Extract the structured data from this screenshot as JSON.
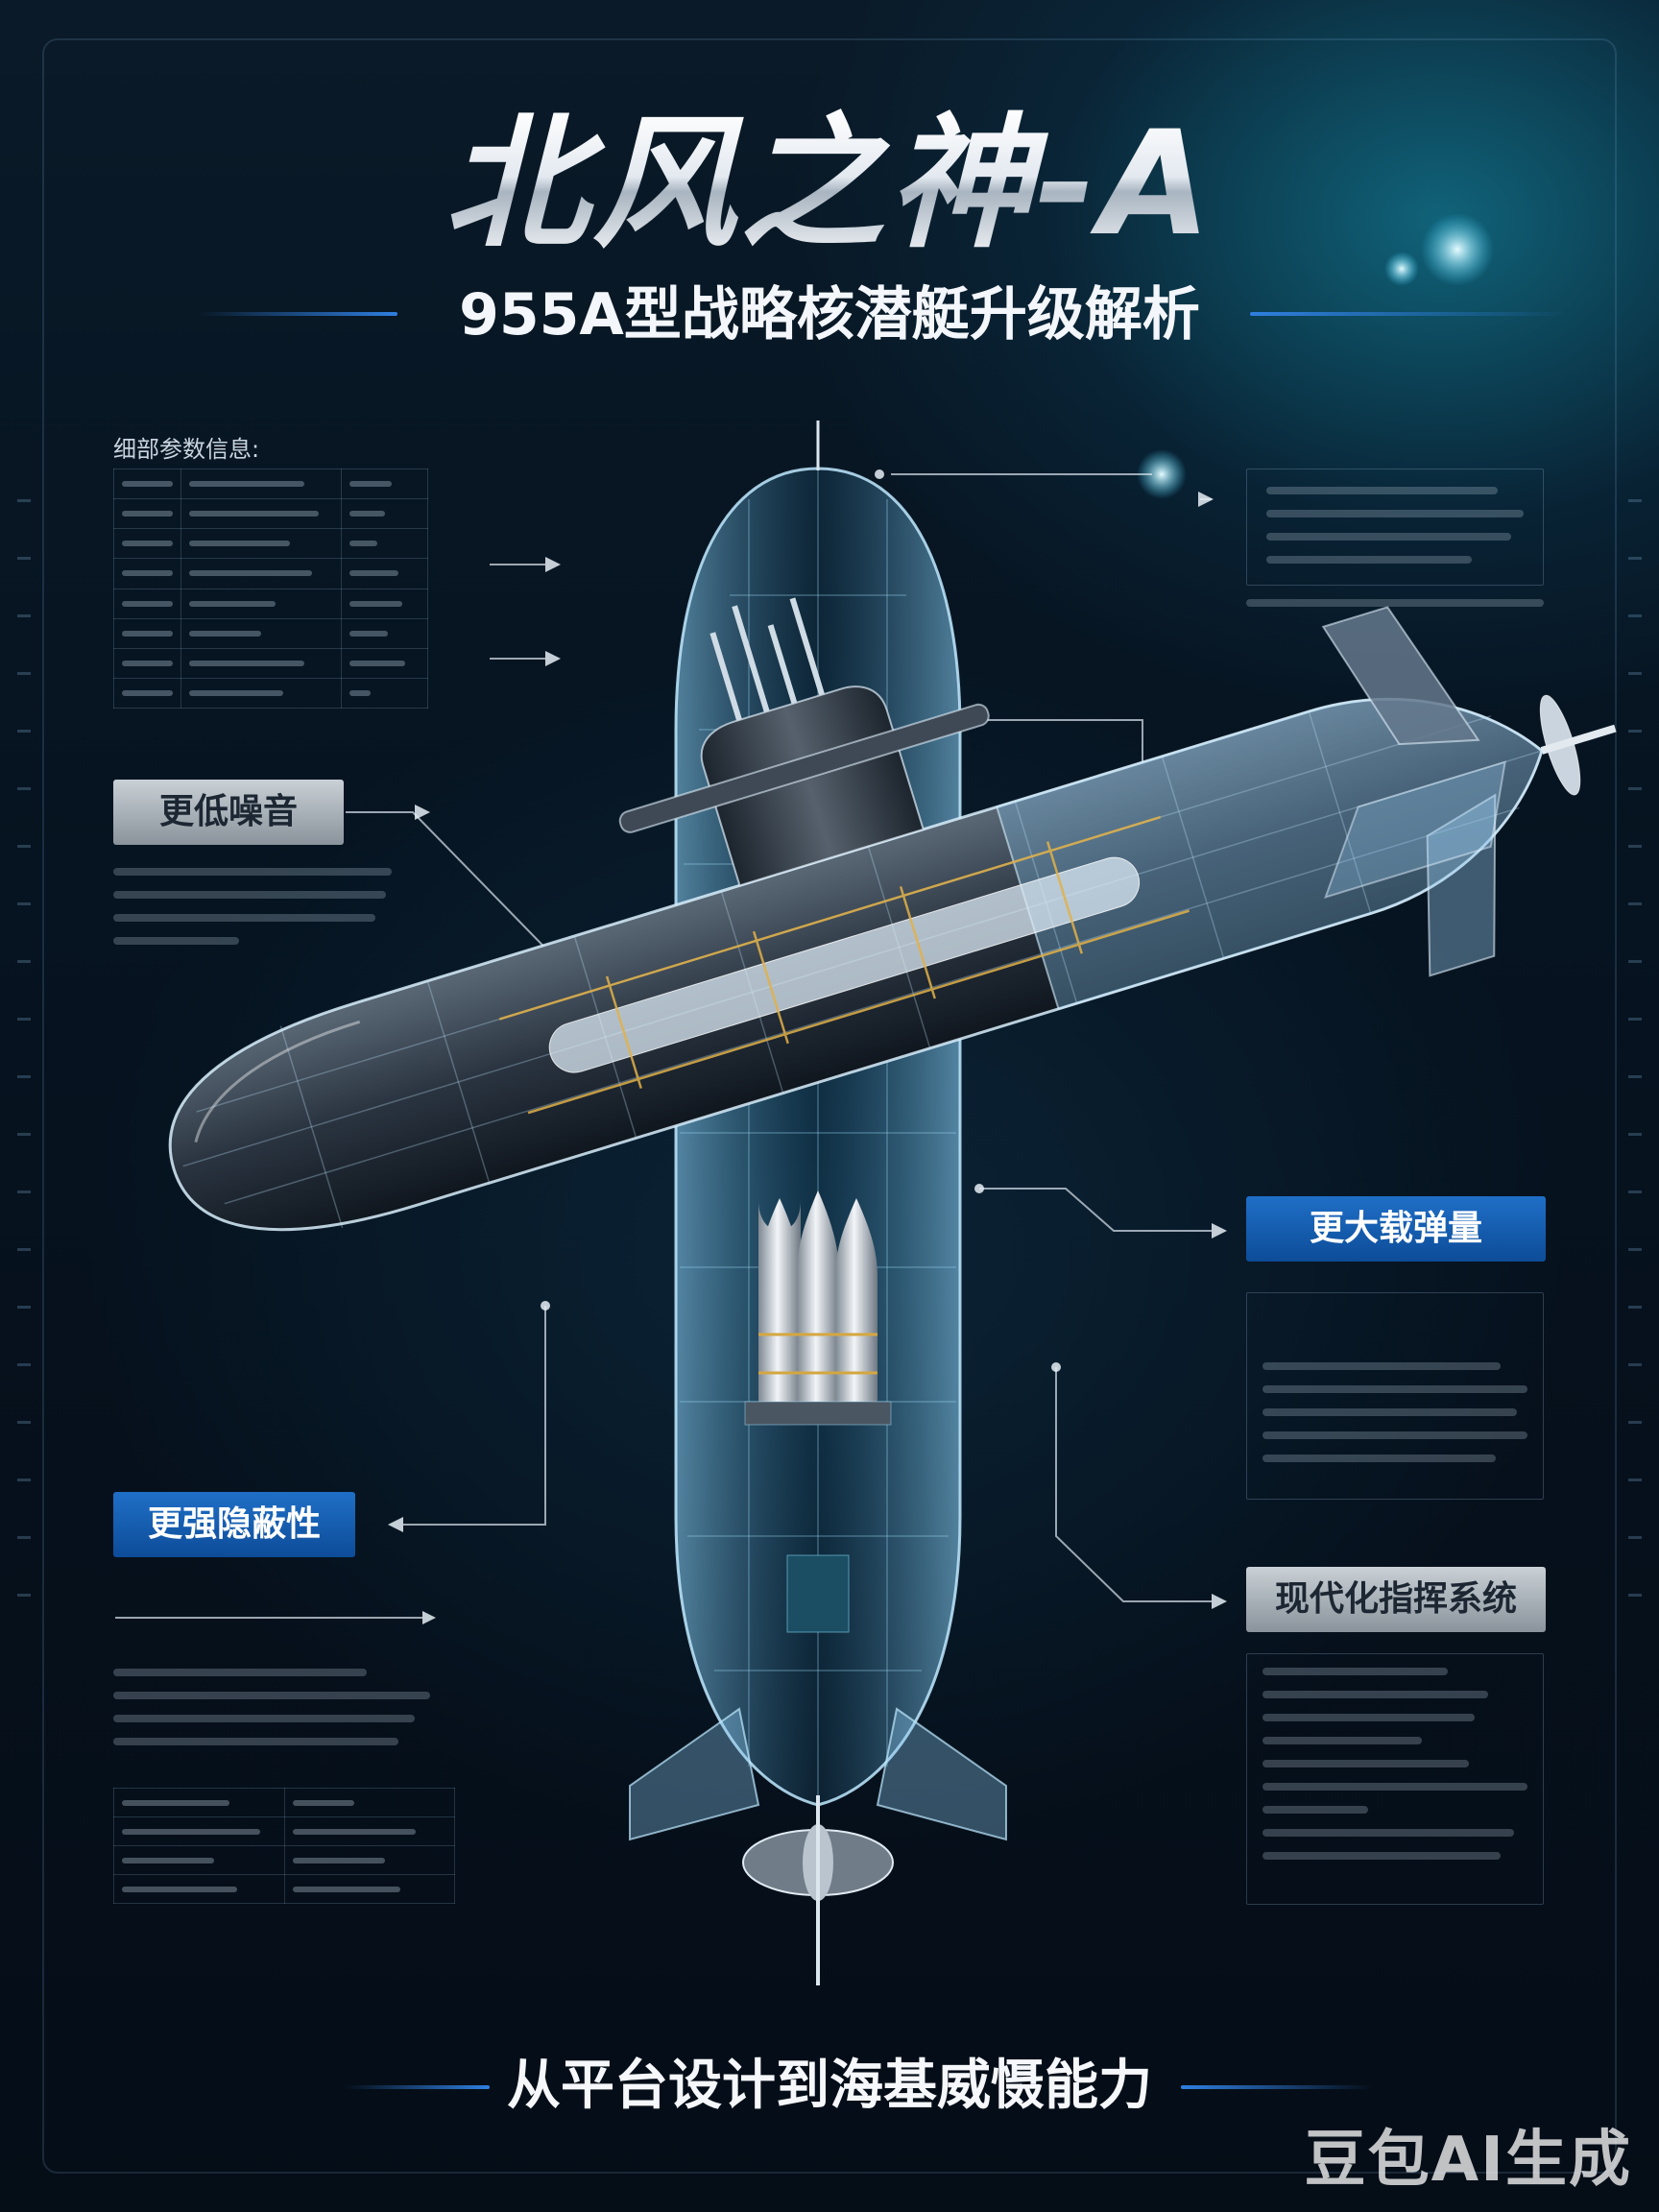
{
  "title": "北风之神-A",
  "subtitle": "955A型战略核潜艇升级解析",
  "param_heading": "细部参数信息:",
  "callouts": {
    "low_noise": "更低噪音",
    "stealth": "更强隐蔽性",
    "payload": "更大载弹量",
    "command": "现代化指挥系统"
  },
  "bottom_tagline": "从平台设计到海基威慑能力",
  "watermark": "豆包AI生成",
  "colors": {
    "background": "#06111c",
    "accent_blue": "#1f6fc7",
    "callout_gray": "#b6bec6",
    "hull_glow": "#8fd8ff"
  },
  "icons": [
    "submarine-illustration",
    "arrow-icon"
  ]
}
